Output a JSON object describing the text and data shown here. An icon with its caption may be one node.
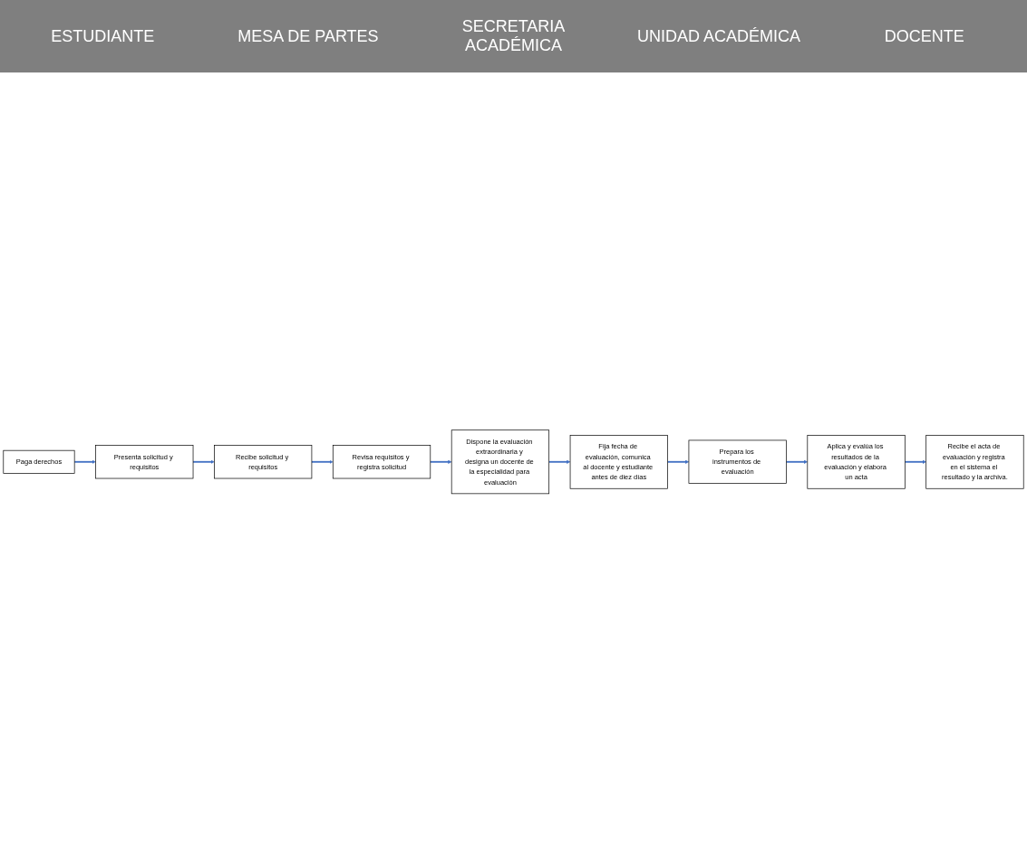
{
  "diagram": {
    "nodes": [
      {
        "text": [
          "Paga derechos"
        ]
      },
      {
        "text": [
          "Presenta solicitud y requisitos"
        ]
      },
      {
        "text": [
          "Recibe solicitud y requisitos"
        ]
      },
      {
        "text": [
          "Revisa requisitos y registra solicitud"
        ]
      },
      {
        "text": [
          "Dispone la evaluación extraordinaria y designa un docente de la especialidad para evaluación"
        ]
      },
      {
        "text": [
          "Fija fecha de evaluación, comunica al docente y estudiante antes de diez días"
        ]
      },
      {
        "text": [
          "Prepara los instrumentos de evaluación"
        ]
      },
      {
        "text": [
          "Aplica y evalúa los resultados de la evaluación y elabora un acta"
        ]
      },
      {
        "text": [
          "Recibe el acta de evaluación y registra en el sistema el resultado y la archiva."
        ]
      }
    ],
    "edges": [
      {
        "from": 0,
        "to": 1,
        "arrow": "to"
      },
      {
        "from": 1,
        "to": 2,
        "arrow": "to"
      },
      {
        "from": 2,
        "to": 3,
        "arrow": "to"
      },
      {
        "from": 3,
        "to": 4,
        "arrow": "to"
      },
      {
        "from": 4,
        "to": 5,
        "arrow": "to"
      },
      {
        "from": 5,
        "to": 6,
        "arrow": "to"
      },
      {
        "from": 6,
        "to": 7,
        "arrow": "to"
      },
      {
        "from": 7,
        "to": 8,
        "arrow": "to"
      }
    ],
    "labels": [
      "ESTUDIANTE",
      "MESA DE PARTES",
      "SECRETARIA ACADÉMICA",
      "UNIDAD ACADÉMICA",
      "DOCENTE"
    ]
  }
}
